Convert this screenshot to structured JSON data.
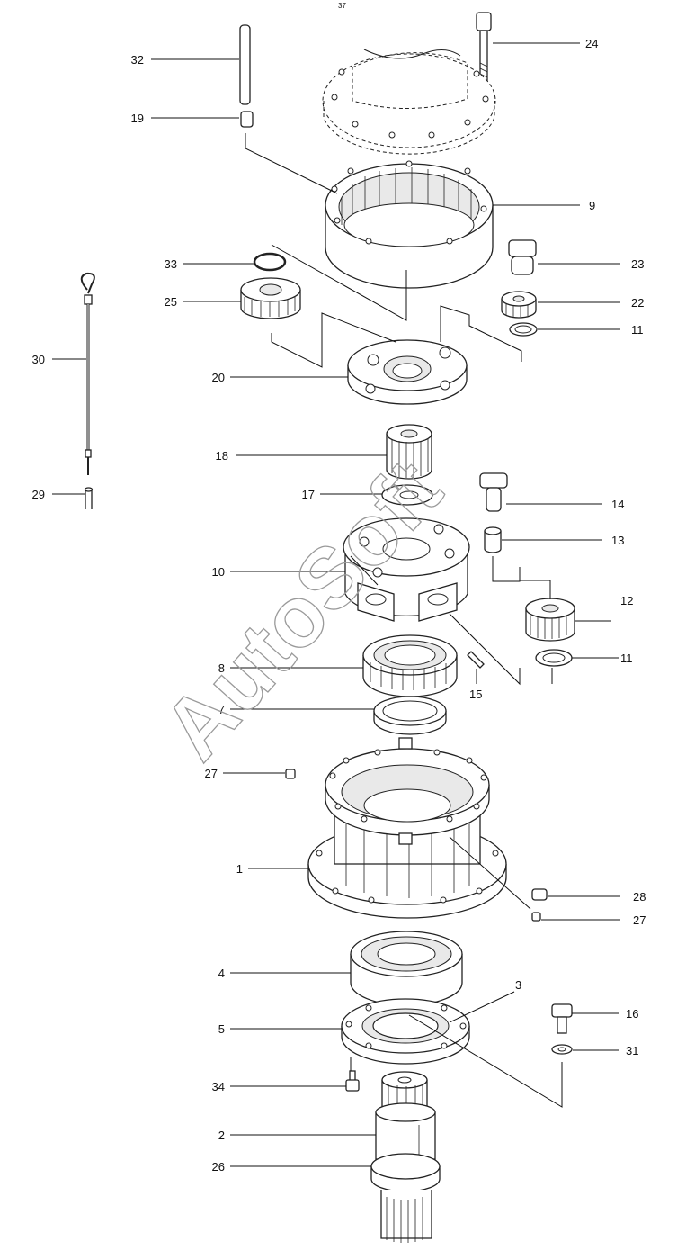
{
  "top_mark": "37",
  "watermark": "AutoSoft",
  "labels": {
    "p32": "32",
    "p19": "19",
    "p24": "24",
    "p9": "9",
    "p33": "33",
    "p25": "25",
    "p23": "23",
    "p22": "22",
    "p11a": "11",
    "p30": "30",
    "p20": "20",
    "p18": "18",
    "p29": "29",
    "p17": "17",
    "p14": "14",
    "p13": "13",
    "p10": "10",
    "p12": "12",
    "p8": "8",
    "p11b": "11",
    "p15": "15",
    "p7": "7",
    "p27a": "27",
    "p1": "1",
    "p28": "28",
    "p27b": "27",
    "p4": "4",
    "p3": "3",
    "p16": "16",
    "p5": "5",
    "p31": "31",
    "p34": "34",
    "p2": "2",
    "p26": "26"
  }
}
